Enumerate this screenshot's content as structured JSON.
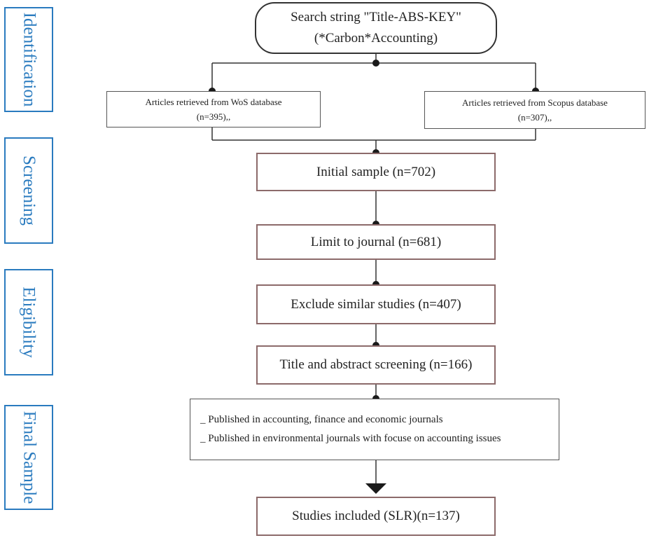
{
  "stages": {
    "identification": "Identification",
    "screening": "Screening",
    "eligibility": "Eligibility",
    "final_sample": "Final Sample"
  },
  "search": {
    "line1": "Search string \"Title-ABS-KEY\"",
    "line2": "(*Carbon*Accounting)"
  },
  "wos": {
    "label": "Articles retrieved from WoS database",
    "count": "(n=395),,"
  },
  "scopus": {
    "label": "Articles retrieved from Scopus database",
    "count": "(n=307),,"
  },
  "initial_sample": "Initial sample (n=702)",
  "limit_journal": "Limit to journal (n=681)",
  "exclude_similar": "Exclude similar studies (n=407)",
  "title_abstract": "Title and abstract screening (n=166)",
  "criteria": {
    "item1": "_ Published in accounting, finance and economic journals",
    "item2": "_ Published in environmental journals with focuse on accounting issues"
  },
  "included": "Studies included (SLR)(n=137)",
  "colors": {
    "stage_border": "#2a7bbf",
    "main_border": "#8c6a6a",
    "connector": "#333333"
  }
}
